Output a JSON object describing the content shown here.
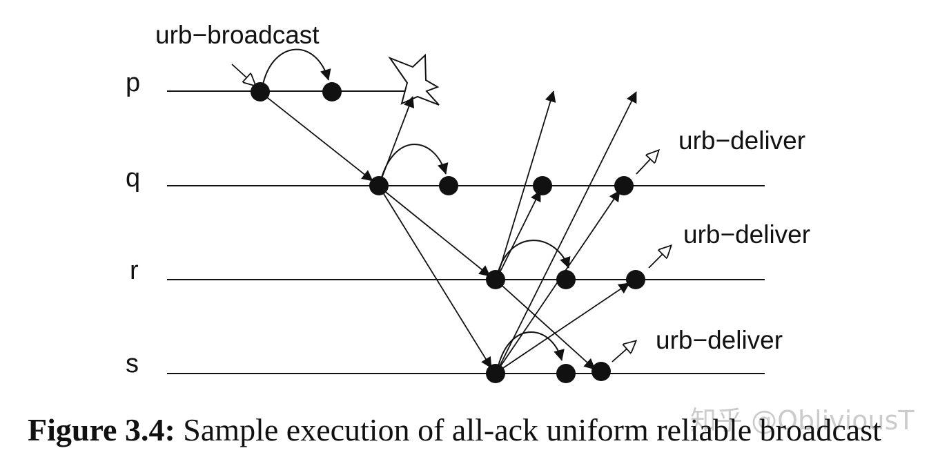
{
  "processes": [
    "p",
    "q",
    "r",
    "s"
  ],
  "annotations": {
    "broadcast": "urb−broadcast",
    "deliver_q": "urb−deliver",
    "deliver_r": "urb−deliver",
    "deliver_s": "urb−deliver"
  },
  "caption": {
    "bold": "Figure 3.4:",
    "text": " Sample execution of all-ack uniform reliable broadcast"
  },
  "watermark": "知乎 @ObliviousT",
  "colors": {
    "ink": "#111111"
  }
}
